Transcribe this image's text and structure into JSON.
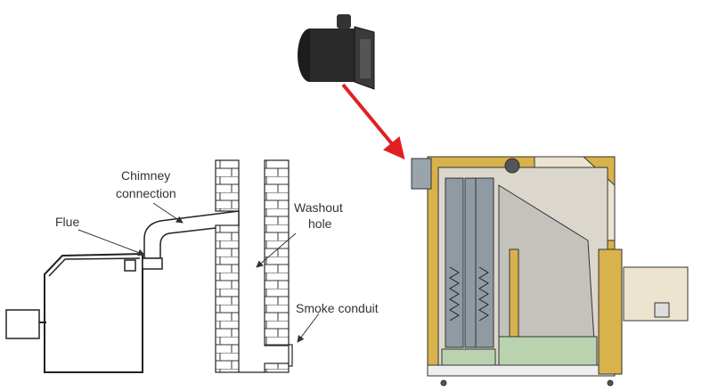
{
  "labels": {
    "chimney_connection_line1": "Chimney",
    "chimney_connection_line2": "connection",
    "flue": "Flue",
    "washout_line1": "Washout",
    "washout_line2": "hole",
    "smoke_conduit": "Smoke conduit"
  },
  "colors": {
    "arrow": "#e02020",
    "line": "#222222",
    "boiler_insulation": "#d8b24a",
    "boiler_casing": "#ece4cf",
    "tubes": "#8f9aa3",
    "ash_pan": "#b9d3b0"
  }
}
